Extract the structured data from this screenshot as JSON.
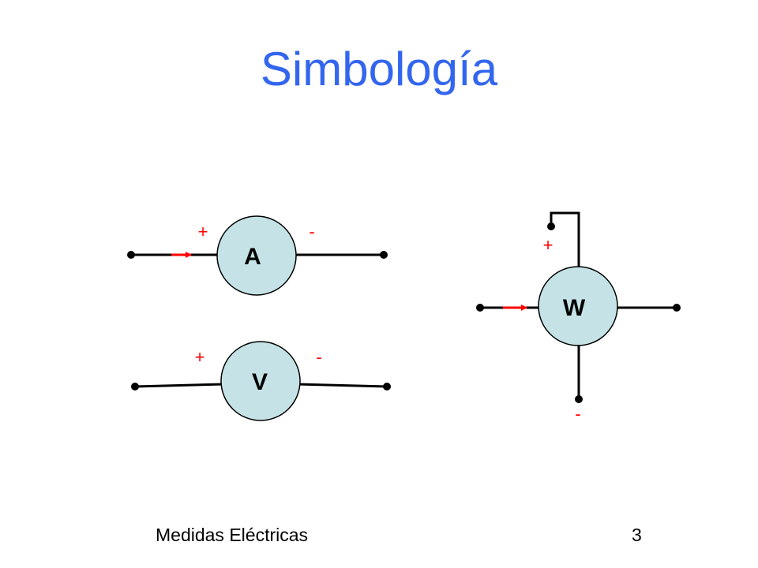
{
  "title": "Simbología",
  "footer": {
    "text": "Medidas Eléctricas",
    "page_number": "3"
  },
  "meters": {
    "ammeter": {
      "letter": "A",
      "plus": "+",
      "minus": "-"
    },
    "voltmeter": {
      "letter": "V",
      "plus": "+",
      "minus": "-"
    },
    "wattmeter": {
      "letter": "W",
      "plus": "+",
      "minus": "-"
    }
  },
  "colors": {
    "title": "#3366ee",
    "meter_fill": "#c5e3e6",
    "wire": "#000000",
    "polarity": "#ff0000",
    "current_arrow": "#ff0000"
  }
}
